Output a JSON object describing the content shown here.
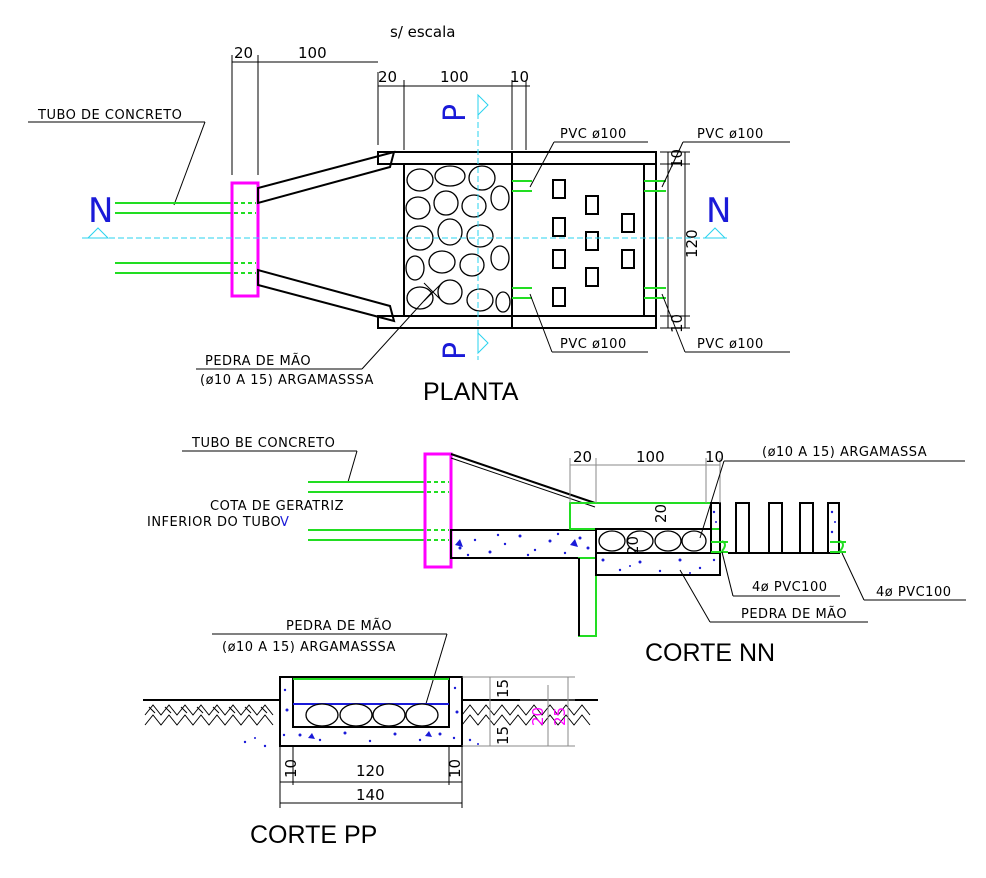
{
  "scale_note": "s/ escala",
  "titles": {
    "plan": "PLANTA",
    "section_nn": "CORTE NN",
    "section_pp": "CORTE PP"
  },
  "section_markers": {
    "n": "N",
    "p": "P"
  },
  "plan": {
    "dims_top": [
      "20",
      "100",
      "20",
      "100",
      "10"
    ],
    "dims_right": [
      "10",
      "120",
      "10"
    ],
    "pipe_label": "TUBO DE CONCRETO",
    "pvc_labels": [
      "PVC ø100",
      "PVC ø100",
      "PVC ø100",
      "PVC ø100"
    ],
    "stone_label_1": "PEDRA DE MÃO",
    "stone_label_2": "(ø10 A 15) ARGAMASSSA"
  },
  "section_nn": {
    "pipe_label": "TUBO BE CONCRETO",
    "invert_label_1": "COTA DE GERATRIZ",
    "invert_label_2": "INFERIOR DO TUBO",
    "invert_symbol": "V",
    "dims_top": [
      "20",
      "100",
      "10"
    ],
    "dims_inner": [
      "20",
      "20"
    ],
    "mortar_label": "(ø10 A 15) ARGAMASSA",
    "pvc_label_1": "4ø PVC100",
    "pvc_label_2": "4ø PVC100",
    "stone_label": "PEDRA DE MÃO"
  },
  "section_pp": {
    "label_1": "PEDRA DE MÃO",
    "label_2": "(ø10 A 15) ARGAMASSSA",
    "dims_bottom": [
      "10",
      "120",
      "10"
    ],
    "dim_total": "140",
    "dims_right": [
      "15",
      "15"
    ],
    "dims_right_magenta": [
      "20",
      "25"
    ]
  },
  "colors": {
    "pipe": "#22dd22",
    "wall": "#ff00ff",
    "axis": "#29d3ef",
    "marker": "#1a1ad8",
    "hatch_dots": "#1a1ad8"
  }
}
